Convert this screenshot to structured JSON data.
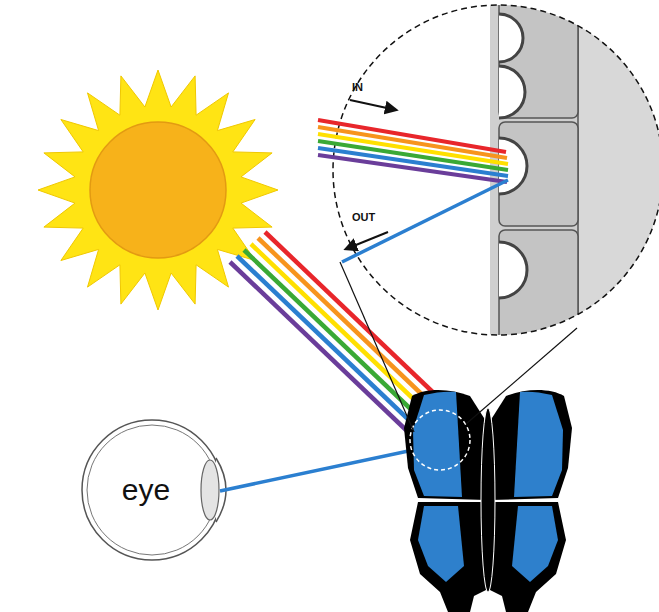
{
  "diagram": {
    "nodes": [
      {
        "text": [
          "eye"
        ]
      }
    ],
    "labels": [
      "IN",
      "OUT"
    ]
  }
}
